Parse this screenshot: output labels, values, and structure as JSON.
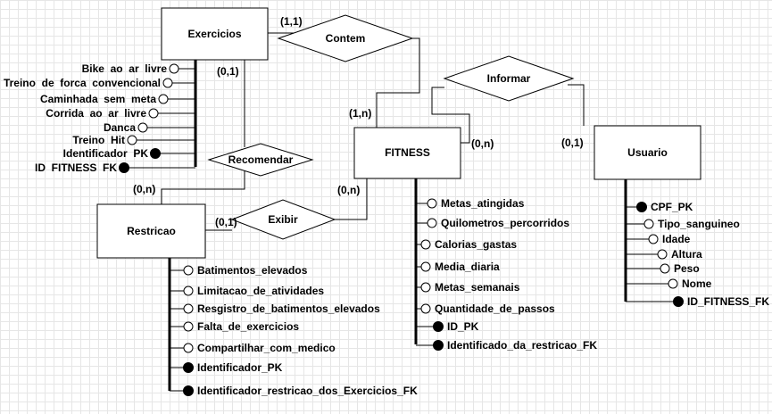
{
  "entities": {
    "exercicios": "Exercicios",
    "fitness": "FITNESS",
    "usuario": "Usuario",
    "restricao": "Restricao"
  },
  "relationships": {
    "contem": "Contem",
    "informar": "Informar",
    "recomendar": "Recomendar",
    "exibir": "Exibir"
  },
  "cardinalities": {
    "contem_exercicios": "(1,1)",
    "contem_fitness": "(1,n)",
    "informar_fitness": "(0,n)",
    "informar_usuario": "(0,1)",
    "recomendar_exercicios": "(0,1)",
    "recomendar_restricao": "(0,n)",
    "exibir_restricao": "(0,1)",
    "exibir_fitness": "(0,n)"
  },
  "attributes": {
    "exercicios": [
      {
        "label": "Bike  ao  ar  livre",
        "key": false
      },
      {
        "label": "Treino  de  forca  convencional",
        "key": false
      },
      {
        "label": "Caminhada  sem  meta",
        "key": false
      },
      {
        "label": "Corrida  ao  ar  livre",
        "key": false
      },
      {
        "label": "Danca",
        "key": false
      },
      {
        "label": "Treino  Hit",
        "key": false
      },
      {
        "label": "Identificador  PK",
        "key": true
      },
      {
        "label": "ID  FITNESS  FK",
        "key": true
      }
    ],
    "fitness": [
      {
        "label": "Metas_atingidas",
        "key": false
      },
      {
        "label": "Quilometros_percorridos",
        "key": false
      },
      {
        "label": "Calorias_gastas",
        "key": false
      },
      {
        "label": "Media_diaria",
        "key": false
      },
      {
        "label": "Metas_semanais",
        "key": false
      },
      {
        "label": "Quantidade_de_passos",
        "key": false
      },
      {
        "label": "ID_PK",
        "key": true
      },
      {
        "label": "Identificado_da_restricao_FK",
        "key": true
      }
    ],
    "usuario": [
      {
        "label": "CPF_PK",
        "key": true
      },
      {
        "label": "Tipo_sanguineo",
        "key": false
      },
      {
        "label": "Idade",
        "key": false
      },
      {
        "label": "Altura",
        "key": false
      },
      {
        "label": "Peso",
        "key": false
      },
      {
        "label": "Nome",
        "key": false
      },
      {
        "label": "ID_FITNESS_FK",
        "key": true
      }
    ],
    "restricao": [
      {
        "label": "Batimentos_elevados",
        "key": false
      },
      {
        "label": "Limitacao_de_atividades",
        "key": false
      },
      {
        "label": "Resgistro_de_batimentos_elevados",
        "key": false
      },
      {
        "label": "Falta_de_exercicios",
        "key": false
      },
      {
        "label": "Compartilhar_com_medico",
        "key": false
      },
      {
        "label": "Identificador_PK",
        "key": true
      },
      {
        "label": "Identificador_restricao_dos_Exercicios_FK",
        "key": true
      }
    ]
  }
}
